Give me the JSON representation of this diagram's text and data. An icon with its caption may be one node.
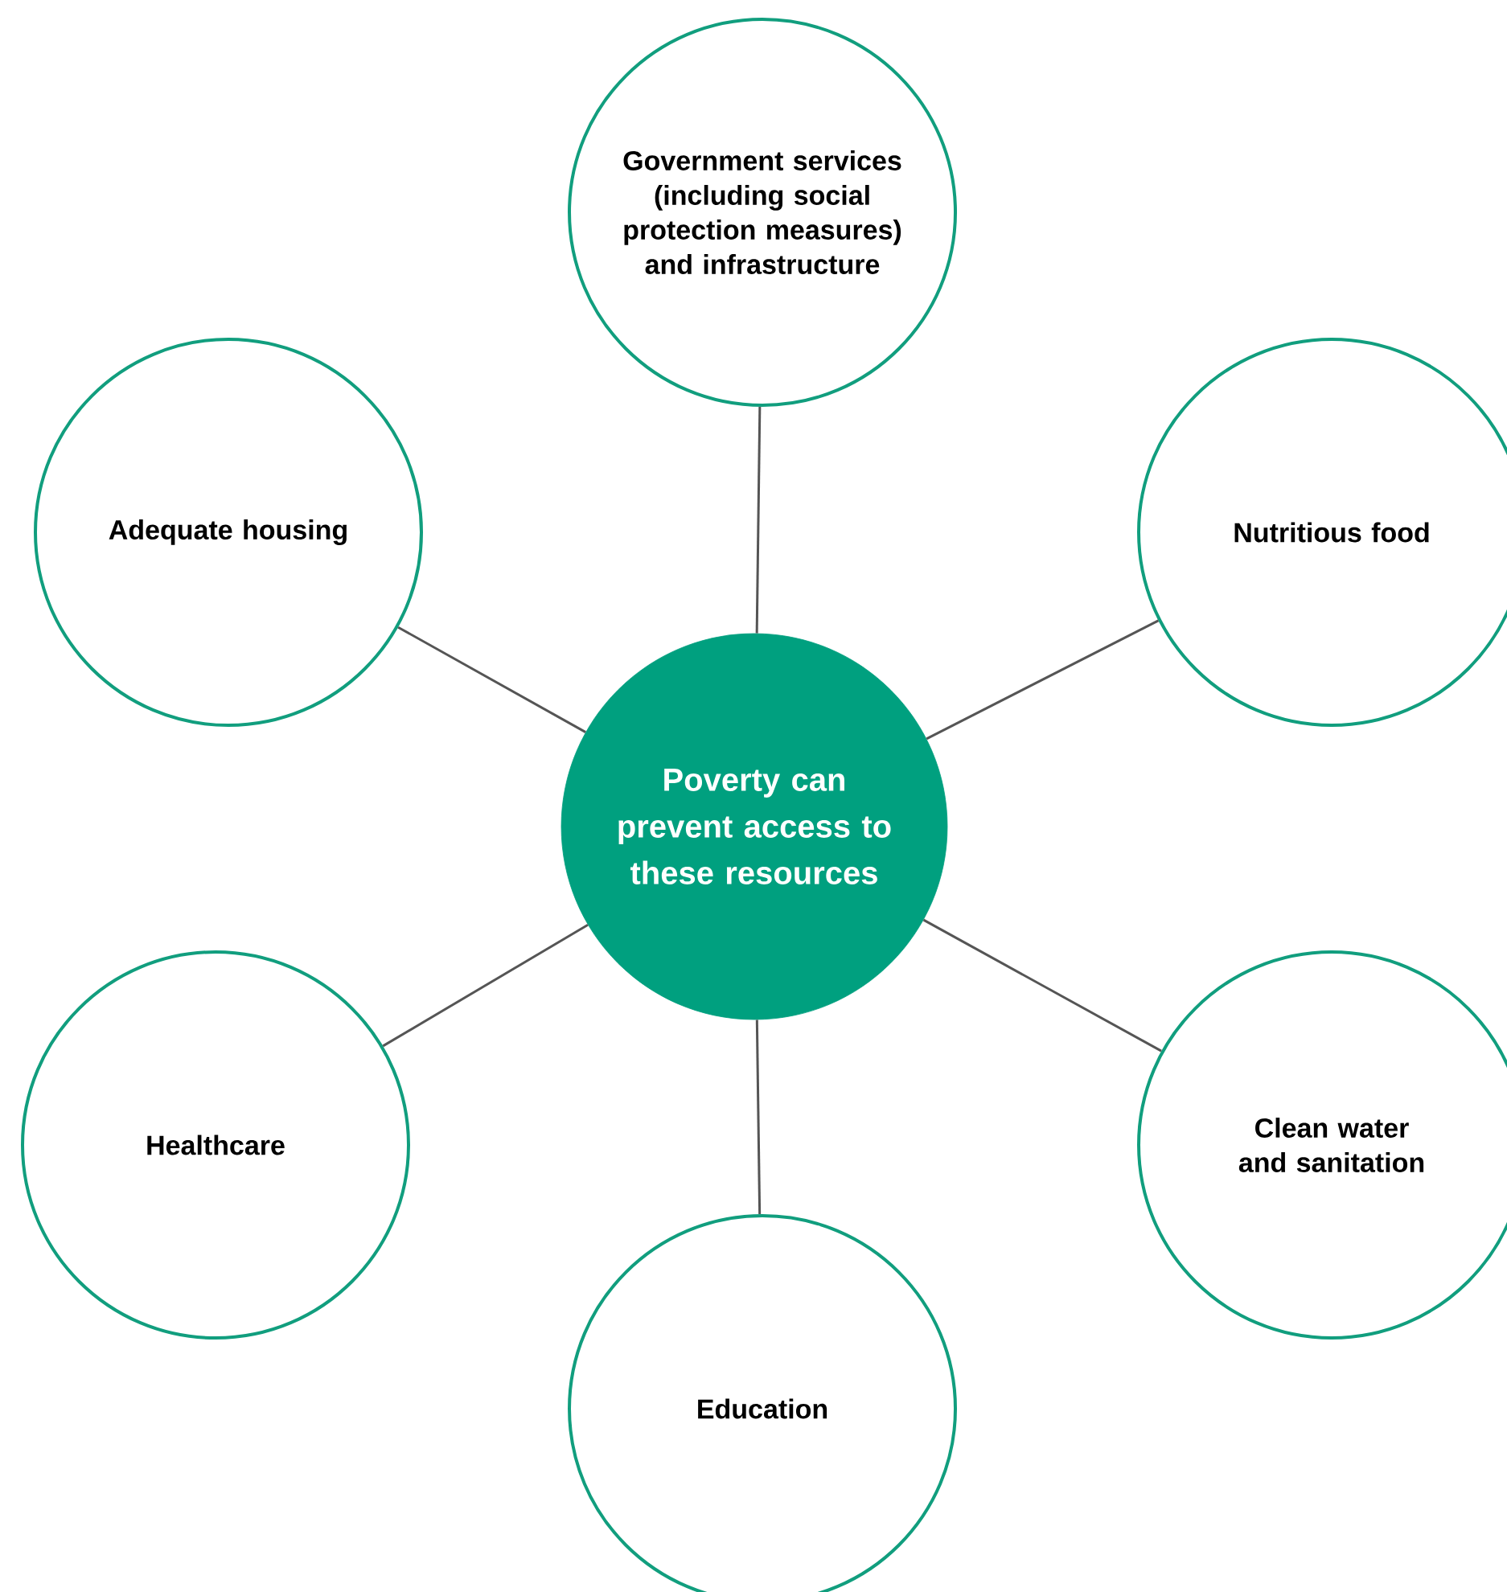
{
  "diagram": {
    "nodes": [
      {
        "text": [
          "Government services (including social protection measures) and infrastructure"
        ]
      },
      {
        "text": [
          "Adequate housing"
        ]
      },
      {
        "text": [
          "Nutritious food"
        ]
      },
      {
        "text": [
          "Poverty can prevent access to these resources"
        ]
      },
      {
        "text": [
          "Healthcare"
        ]
      },
      {
        "text": [
          "Clean water and sanitation"
        ]
      },
      {
        "text": [
          "Education"
        ]
      }
    ],
    "edges": [
      {
        "from": 3,
        "to": 0,
        "arrow": "none"
      },
      {
        "from": 3,
        "to": 1,
        "arrow": "none"
      },
      {
        "from": 3,
        "to": 2,
        "arrow": "none"
      },
      {
        "from": 3,
        "to": 4,
        "arrow": "none"
      },
      {
        "from": 3,
        "to": 5,
        "arrow": "none"
      },
      {
        "from": 3,
        "to": 6,
        "arrow": "none"
      }
    ]
  }
}
